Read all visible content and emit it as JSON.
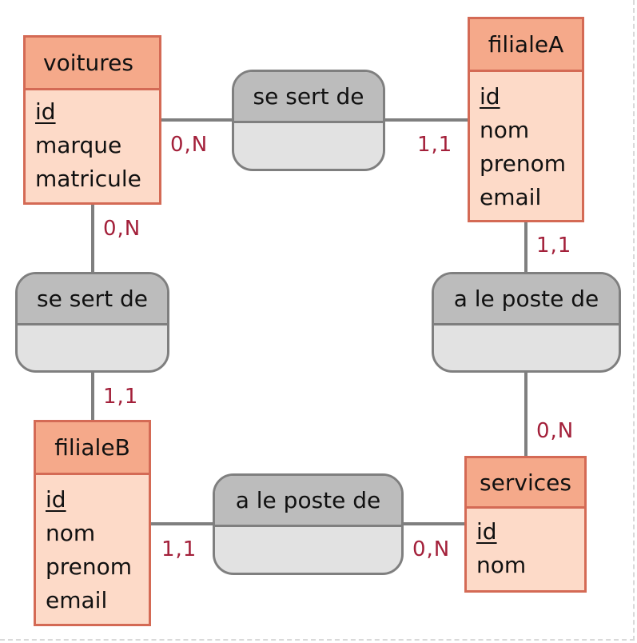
{
  "colors": {
    "entity_border": "#d46a55",
    "entity_header": "#f5a98a",
    "entity_body": "#fddac8",
    "assoc_border": "#7f7f7f",
    "assoc_header": "#bcbcbc",
    "assoc_body": "#e2e2e2",
    "link": "#7f7f7f",
    "cardinality": "#a3203a"
  },
  "entities": {
    "voitures": {
      "name": "voitures",
      "attributes": [
        "id",
        "marque",
        "matricule"
      ],
      "key": "id"
    },
    "filialeA": {
      "name": "filialeA",
      "attributes": [
        "id",
        "nom",
        "prenom",
        "email"
      ],
      "key": "id"
    },
    "filialeB": {
      "name": "filialeB",
      "attributes": [
        "id",
        "nom",
        "prenom",
        "email"
      ],
      "key": "id"
    },
    "services": {
      "name": "services",
      "attributes": [
        "id",
        "nom"
      ],
      "key": "id"
    }
  },
  "associations": {
    "top": {
      "name": "se sert de"
    },
    "left": {
      "name": "se sert de"
    },
    "right": {
      "name": "a le poste de"
    },
    "bottom": {
      "name": "a le poste de"
    }
  },
  "cardinalities": {
    "voitures_top": "0,N",
    "filialeA_top": "1,1",
    "voitures_left": "0,N",
    "filialeB_left": "1,1",
    "filialeA_right": "1,1",
    "services_right": "0,N",
    "filialeB_bottom": "1,1",
    "services_bottom": "0,N"
  }
}
